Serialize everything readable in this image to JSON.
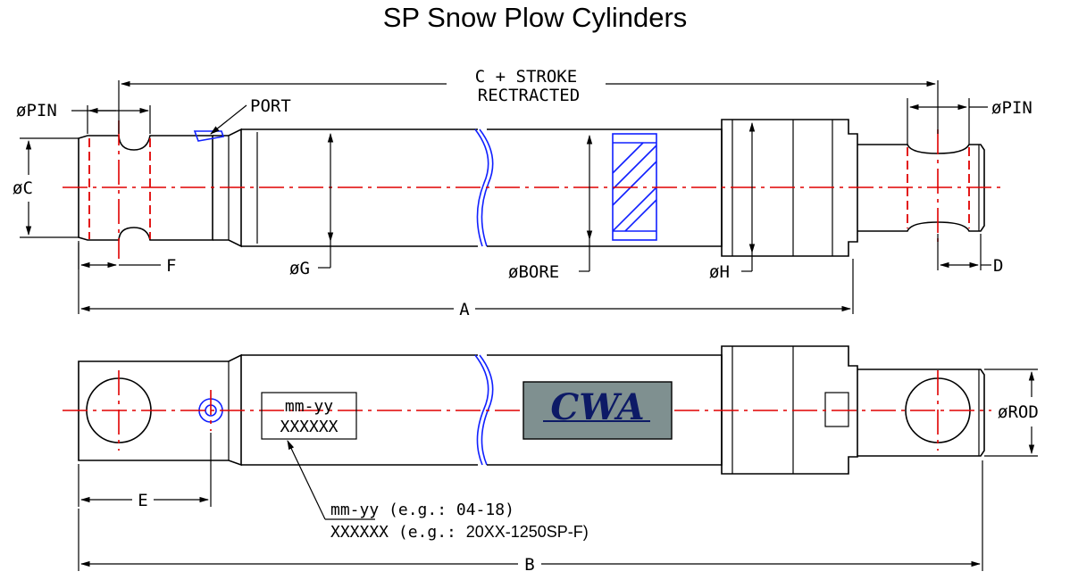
{
  "title": "SP Snow Plow Cylinders",
  "labels": {
    "c_stroke_line1": "C + STROKE",
    "c_stroke_line2": "RECTRACTED",
    "port": "PORT",
    "pin_left": "øPIN",
    "pin_right": "øPIN",
    "c": "øC",
    "f": "F",
    "g": "øG",
    "bore": "øBORE",
    "h": "øH",
    "d": "D",
    "a": "A",
    "rod": "øROD",
    "e": "E",
    "b": "B"
  },
  "stamp": {
    "line1": "mm-yy",
    "line2": "XXXXXX"
  },
  "note": {
    "line1": "mm-yy (e.g.: 04-18)",
    "line2_prefix": "XXXXXX (e.g.: ",
    "line2_example": "20XX-1250SP-F)"
  },
  "logo": {
    "text": "CWA",
    "color": "#0d1a66",
    "plate_color": "#7f9090"
  },
  "colors": {
    "centerline": "#e00000",
    "section": "#1020ff",
    "outline": "#000000"
  }
}
